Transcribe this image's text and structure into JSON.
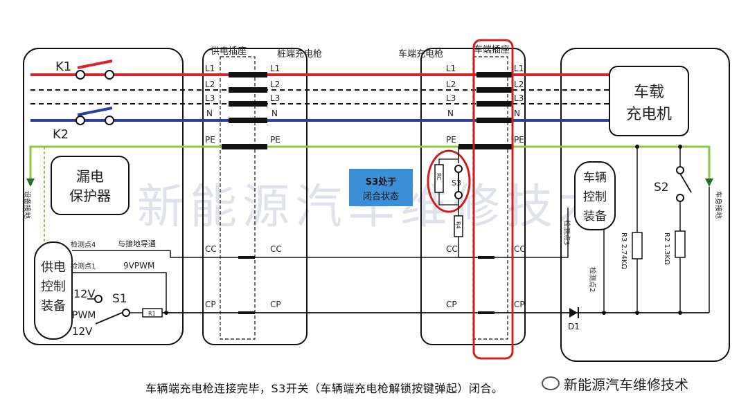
{
  "boxes": {
    "supply_socket": "供电插座",
    "pile_gun": "桩端充电枪",
    "vehicle_gun": "车端充电枪",
    "vehicle_socket": "车端插座"
  },
  "switches": {
    "k1": "K1",
    "k2": "K2",
    "s1": "S1",
    "s2": "S2",
    "s3": "S3",
    "d1": "D1"
  },
  "wires": {
    "l1": "L1",
    "l2": "L2",
    "l3": "L3",
    "n": "N",
    "pe": "PE",
    "cc": "CC",
    "cp": "CP"
  },
  "left_panel": {
    "leakage": [
      "漏电",
      "保护器"
    ],
    "supply_ctrl": [
      "供电",
      "控制",
      "装备"
    ],
    "v12": "12V",
    "pwm": "PWM",
    "v12b": "12V",
    "r1": "R1",
    "ground": "设备接地",
    "detect4": "检测点4",
    "detect4_note": "与接地导通",
    "detect1": "检测点1",
    "detect1_note": "9VPWM"
  },
  "right_panel": {
    "charger": [
      "车载",
      "充电机"
    ],
    "vehicle_ctrl": [
      "车辆",
      "控制",
      "装备"
    ],
    "r3": "R3 2.74KΩ",
    "r2": "R2 1.3KΩ",
    "detect3": "检测点3",
    "detect2": "检测点2",
    "ground": "车身接地",
    "rc": "RC",
    "r4": "R4"
  },
  "status_box": [
    "S3处于",
    "闭合状态"
  ],
  "background_watermark": "新能源汽车维修技术",
  "caption": "车辆端充电枪连接完毕，S3开关（车辆端充电枪解锁按键弹起）闭合。",
  "logo_watermark": "新能源汽车维修技术",
  "colors": {
    "live": "#d8232a",
    "neutral": "#2c3e9e",
    "pe": "#8dc63f",
    "highlight": "#cc2020",
    "status_box": "#3a8fd6"
  }
}
